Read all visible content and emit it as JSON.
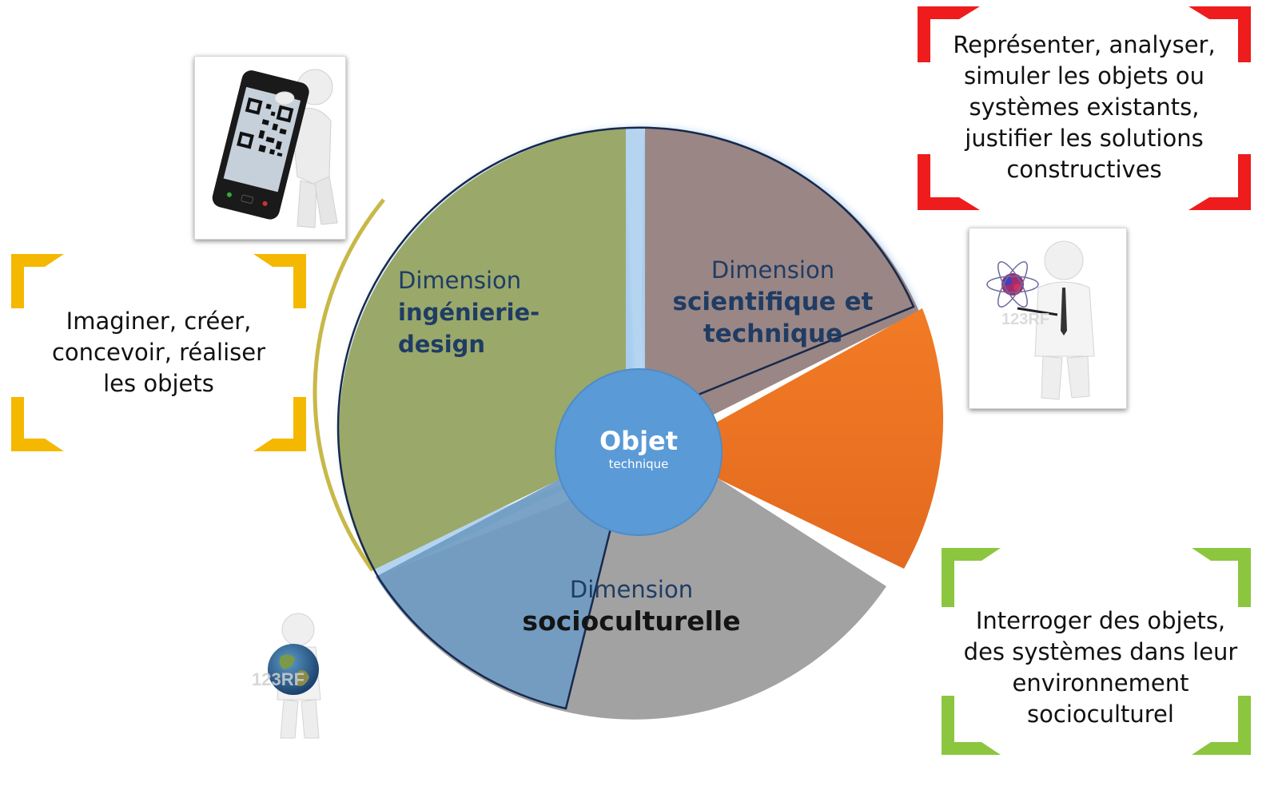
{
  "center": {
    "title": "Objet",
    "subtitle": "technique"
  },
  "segments": {
    "ingenierie": {
      "prefix": "Dimension",
      "bold1": "ingénierie-",
      "bold2": "design",
      "color": "#9aa86a"
    },
    "scientifique": {
      "prefix": "Dimension",
      "bold1": "scientifique et",
      "bold2": "technique",
      "color": "#9a8684"
    },
    "orange": {
      "color": "#ea7024"
    },
    "socio": {
      "prefix": "Dimension",
      "bold1": "socioculturelle",
      "color": "#a2a2a2"
    },
    "overlay_color": "#6f9bc2"
  },
  "boxes": {
    "left": {
      "text": [
        "Imaginer, créer,",
        "concevoir, réaliser",
        "les objets"
      ],
      "color": "#f5b800"
    },
    "top_right": {
      "text": [
        "Représenter, analyser,",
        "simuler les objets ou",
        "systèmes existants,",
        "justifier les solutions",
        "constructives"
      ],
      "color": "#ee1c1c"
    },
    "bottom_right": {
      "text": [
        "Interroger des objets,",
        "des systèmes dans leur",
        "environnement",
        "socioculturel"
      ],
      "color": "#8cc63f"
    }
  },
  "icons": {
    "phone": "qr-phone-figure-icon",
    "scientist": "scientist-atom-figure-icon",
    "globe": "figure-holding-globe-icon"
  },
  "watermarks": {
    "scientist": "123RF",
    "globe": "123RF"
  }
}
